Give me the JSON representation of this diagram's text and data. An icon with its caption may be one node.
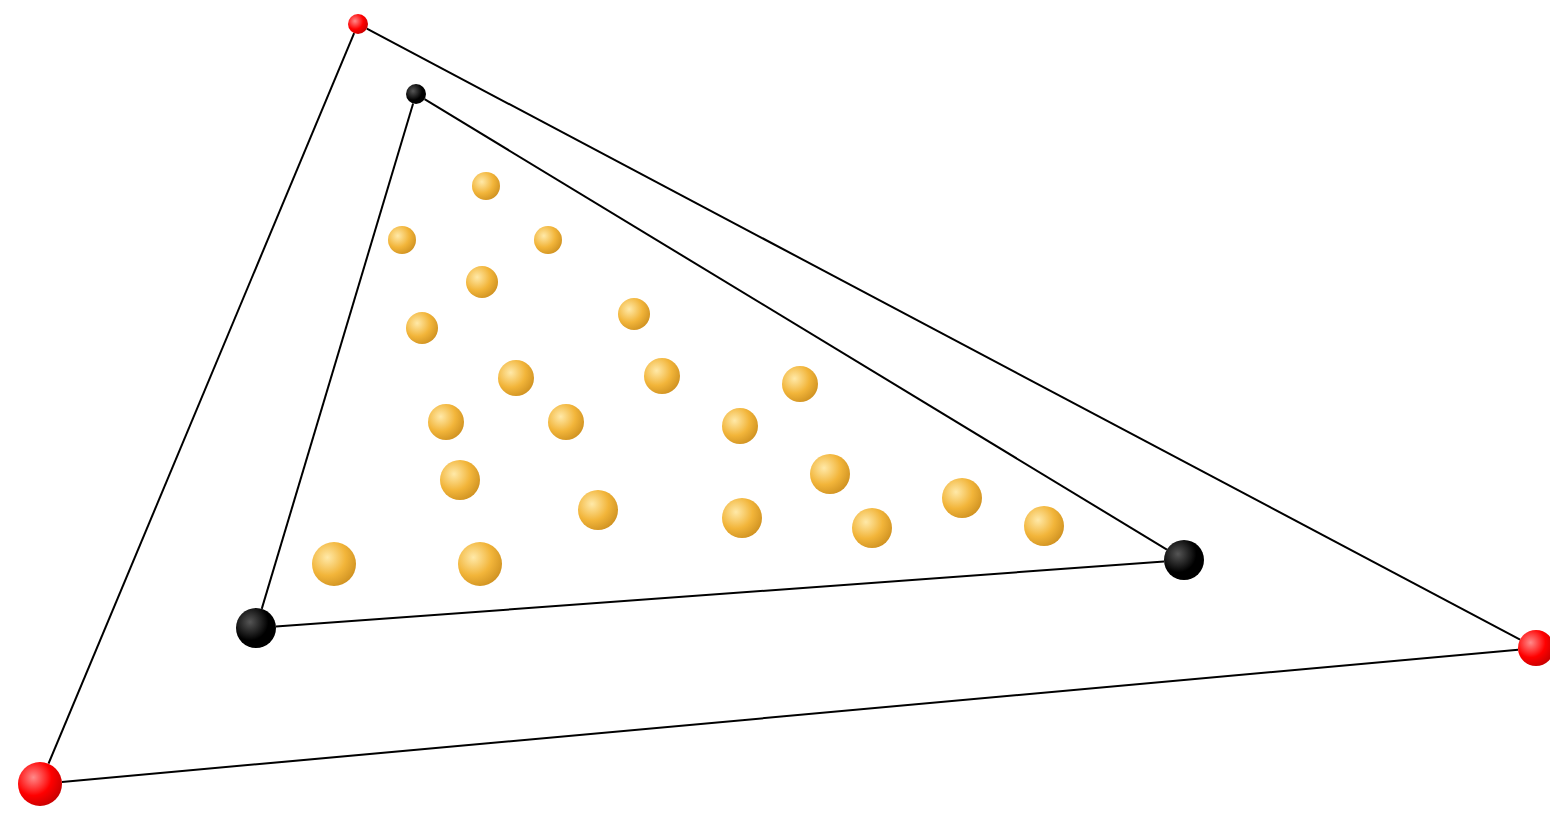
{
  "diagram": {
    "nodes": [
      {
        "text": [],
        "shape": "circle"
      },
      {
        "text": [],
        "shape": "circle"
      },
      {
        "text": [],
        "shape": "circle"
      },
      {
        "text": [],
        "shape": "circle"
      },
      {
        "text": [],
        "shape": "circle"
      },
      {
        "text": [],
        "shape": "circle"
      },
      {
        "text": [],
        "shape": "circle"
      },
      {
        "text": [],
        "shape": "circle"
      },
      {
        "text": [],
        "shape": "circle"
      },
      {
        "text": [],
        "shape": "circle"
      },
      {
        "text": [],
        "shape": "circle"
      },
      {
        "text": [],
        "shape": "circle"
      },
      {
        "text": [],
        "shape": "circle"
      },
      {
        "text": [],
        "shape": "circle"
      },
      {
        "text": [],
        "shape": "circle"
      },
      {
        "text": [],
        "shape": "circle"
      },
      {
        "text": [],
        "shape": "circle"
      },
      {
        "text": [],
        "shape": "circle"
      },
      {
        "text": [],
        "shape": "circle"
      },
      {
        "text": [],
        "shape": "circle"
      },
      {
        "text": [],
        "shape": "circle"
      },
      {
        "text": [],
        "shape": "circle"
      },
      {
        "text": [],
        "shape": "circle"
      },
      {
        "text": [],
        "shape": "circle"
      },
      {
        "text": [],
        "shape": "circle"
      },
      {
        "text": [],
        "shape": "circle"
      },
      {
        "text": [],
        "shape": "circle"
      }
    ],
    "edges": [
      {
        "from": 0,
        "to": 1,
        "arrow": "none"
      },
      {
        "from": 1,
        "to": 2,
        "arrow": "none"
      },
      {
        "from": 2,
        "to": 0,
        "arrow": "none"
      },
      {
        "from": 3,
        "to": 4,
        "arrow": "none"
      },
      {
        "from": 4,
        "to": 5,
        "arrow": "none"
      },
      {
        "from": 5,
        "to": 3,
        "arrow": "none"
      }
    ]
  }
}
